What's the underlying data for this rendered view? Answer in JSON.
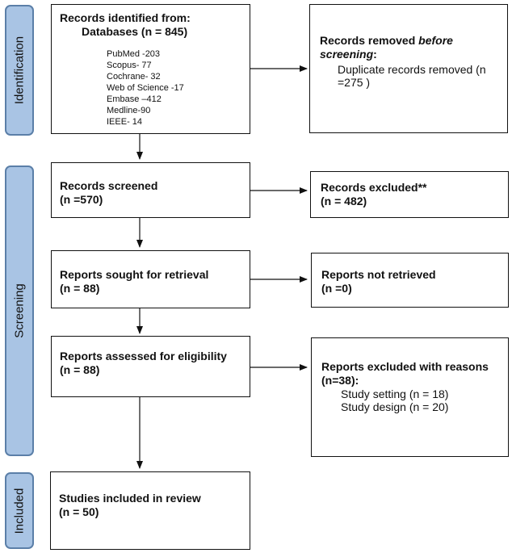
{
  "phases": {
    "identification": "Identification",
    "screening": "Screening",
    "included": "Included"
  },
  "identified": {
    "title_line1": "Records identified from:",
    "title_line2": "Databases (n = 845)",
    "sources": [
      "PubMed -203",
      "Scopus- 77",
      "Cochrane- 32",
      "Web of Science -17",
      "Embase –412",
      "Medline-90",
      "IEEE- 14"
    ]
  },
  "removed": {
    "title_a": "Records removed ",
    "title_b": "before screening",
    "title_c": ":",
    "detail": "Duplicate records removed (n =275 )"
  },
  "screened": {
    "title": "Records screened",
    "count": "(n =570)"
  },
  "excluded": {
    "title": "Records excluded**",
    "count": "(n = 482)"
  },
  "sought": {
    "title": "Reports sought for retrieval",
    "count": "(n = 88)"
  },
  "not_retrieved": {
    "title": "Reports not retrieved",
    "count": "(n =0)"
  },
  "assessed": {
    "title": "Reports assessed for eligibility",
    "count": "(n = 88)"
  },
  "reports_excluded": {
    "title": "Reports excluded with reasons",
    "count": "(n=38):",
    "reasons": [
      "Study setting (n = 18)",
      "Study design (n = 20)"
    ]
  },
  "included": {
    "title": "Studies included in review",
    "count": "(n = 50)"
  }
}
